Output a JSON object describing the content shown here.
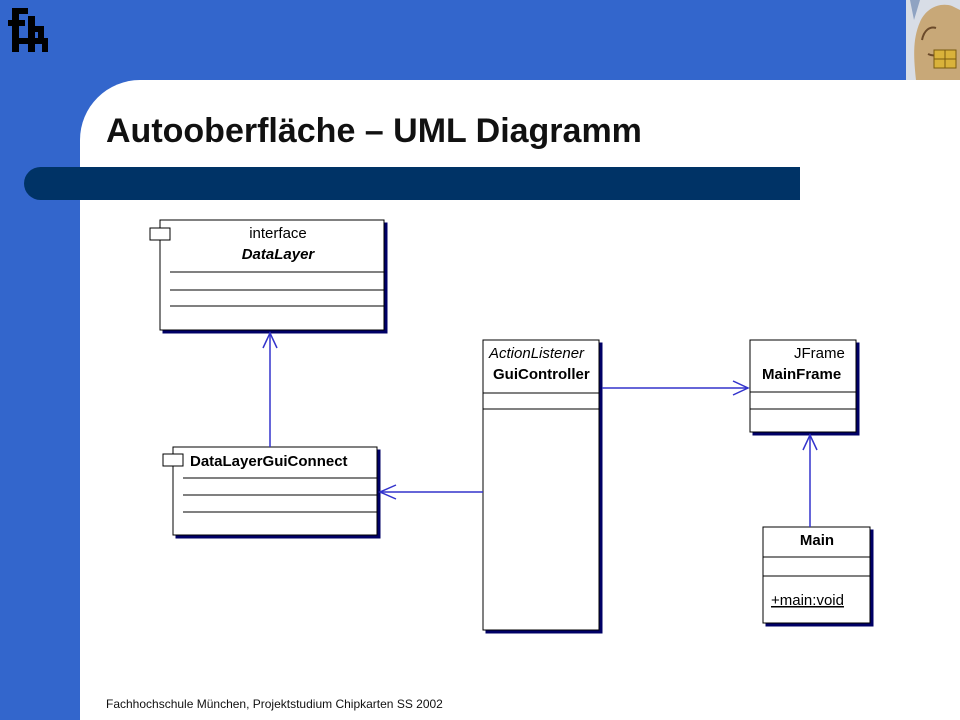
{
  "slide": {
    "title": "Autooberfläche – UML Diagramm",
    "footer": "Fachhochschule München, Projektstudium Chipkarten SS 2002",
    "logo_icon": "fhm-logo-icon",
    "corner_icon": "chipcard-face-icon",
    "colors": {
      "frame": "#3366cc",
      "title_bar": "#003366",
      "connector": "#3333cc"
    }
  },
  "diagram": {
    "classes": {
      "datalayer": {
        "stereotype": "interface",
        "name": "DataLayer"
      },
      "datalayerguiconnect": {
        "name": "DataLayerGuiConnect"
      },
      "guicontroller": {
        "stereotype": "ActionListener",
        "name": "GuiController"
      },
      "mainframe": {
        "stereotype": "JFrame",
        "name": "MainFrame"
      },
      "main": {
        "name": "Main",
        "method": "+main:void"
      }
    }
  }
}
